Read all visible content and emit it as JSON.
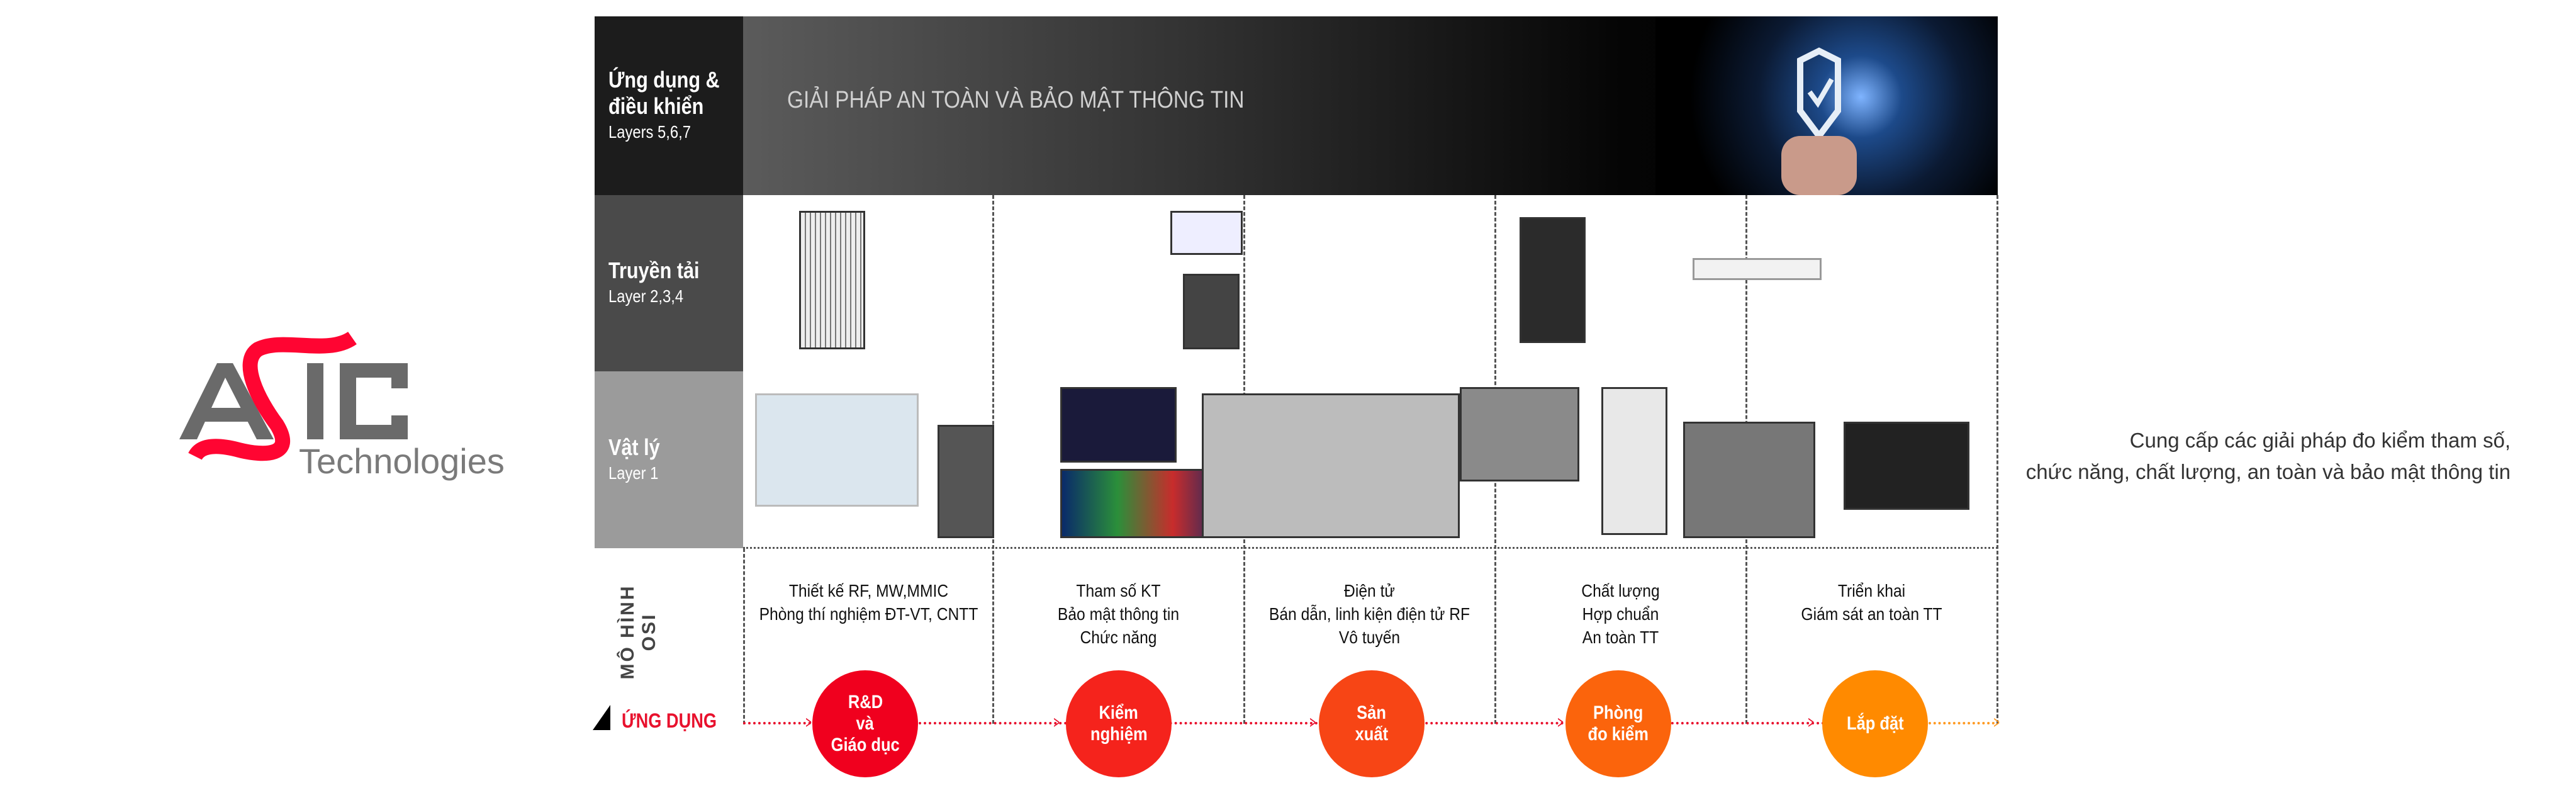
{
  "logo": {
    "wordmark": "ASIC",
    "sub": "Technologies"
  },
  "tagline": [
    "Cung cấp các giải pháp đo kiểm tham số,",
    "chức năng, chất lượng, an toàn và bảo mật thông tin"
  ],
  "rows": [
    {
      "title": "Ứng dụng & điều khiển",
      "subtitle": "Layers 5,6,7"
    },
    {
      "title": "Truyền tải",
      "subtitle": "Layer 2,3,4"
    },
    {
      "title": "Vật lý",
      "subtitle": "Layer 1"
    }
  ],
  "banner": {
    "text": "GIẢI PHÁP AN TOÀN VÀ BẢO MẬT THÔNG TIN"
  },
  "osi_label": "MÔ HÌNH OSI",
  "app_label": "ỨNG DỤNG",
  "columns": [
    {
      "desc": [
        "Thiết kế RF, MW,MMIC",
        "Phòng thí nghiệm ĐT-VT, CNTT"
      ],
      "stage": [
        "R&D",
        "và",
        "Giáo dục"
      ],
      "color": "#f0001e"
    },
    {
      "desc": [
        "Tham số KT",
        "Bảo mật thông tin",
        "Chức năng"
      ],
      "stage": [
        "Kiểm",
        "nghiệm"
      ],
      "color": "#f5231c"
    },
    {
      "desc": [
        "Điện tử",
        "Bán dẫn, linh kiện điện tử RF",
        "Vô tuyến"
      ],
      "stage": [
        "Sản",
        "xuất"
      ],
      "color": "#f74515"
    },
    {
      "desc": [
        "Chất lượng",
        "Hợp chuẩn",
        "An toàn TT"
      ],
      "stage": [
        "Phòng",
        "đo kiểm"
      ],
      "color": "#fb640c"
    },
    {
      "desc": [
        "Triển khai",
        "Giám sát an toàn TT"
      ],
      "stage": [
        "Lắp đặt"
      ],
      "color": "#ff8a00"
    }
  ]
}
